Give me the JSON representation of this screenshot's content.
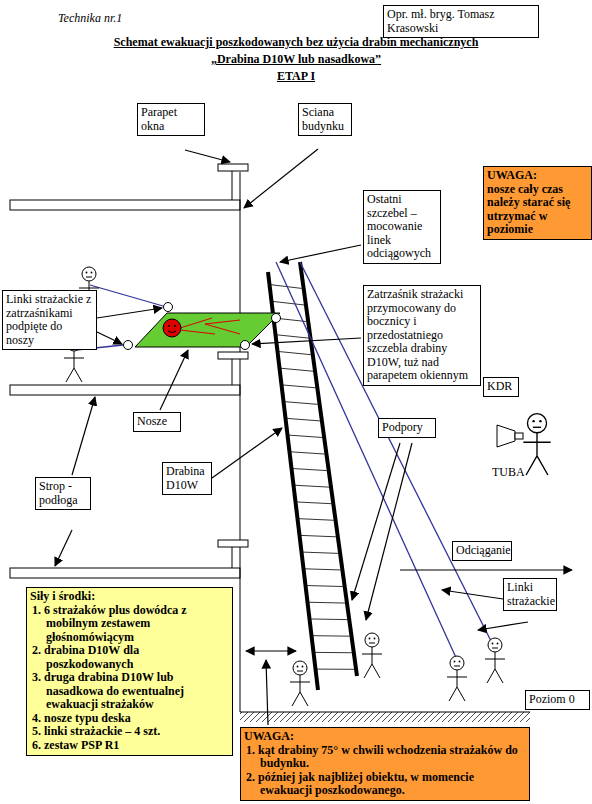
{
  "diagram": {
    "title": "Schemat ewakuacji poszkodowanych bez użycia drabin mechanicznych",
    "nodes": [
      {
        "text": [
          "Opr. mł. bryg. Tomasz Krasowski"
        ]
      },
      {
        "text": [
          "Parapet okna"
        ]
      },
      {
        "text": [
          "Sciana budynku"
        ]
      },
      {
        "text": [
          "UWAGA:",
          "nosze cały czas należy starać się utrzymać w poziomie"
        ]
      },
      {
        "text": [
          "Ostatni szczebel – mocowanie linek odciągowych"
        ]
      },
      {
        "text": [
          "Zatrzaśnik strażacki przymocowany do bocznicy i przedostatniego szczebla drabiny D10W, tuż nad parapetem okiennym"
        ]
      },
      {
        "text": [
          "Linki strażackie z zatrzaśnikami podpięte do noszy"
        ]
      },
      {
        "text": [
          "KDR"
        ]
      },
      {
        "text": [
          "Nosze"
        ]
      },
      {
        "text": [
          "Podpory"
        ]
      },
      {
        "text": [
          "Drabina D10W"
        ]
      },
      {
        "text": [
          "Strop - podłoga"
        ]
      },
      {
        "text": [
          "Odciąganie"
        ]
      },
      {
        "text": [
          "Linki strażackie"
        ]
      },
      {
        "text": [
          "Siły i środki:",
          "1. 6 strażaków plus dowódca z mobilnym zestawem głośnomówiącym",
          "2. drabina D10W dla poszkodowanych",
          "3. druga drabina D10W lub nasadkowa do ewentualnej ewakuacji strażaków",
          "4. nosze typu deska",
          "5. linki strażackie – 4 szt.",
          "6. zestaw PSP R1"
        ]
      },
      {
        "text": [
          "Poziom 0"
        ]
      },
      {
        "text": [
          "UWAGA:",
          "1. kąt drabiny 75° w chwili wchodzenia strażaków do budynku.",
          "2. później jak najbliżej obiektu, w momencie ewakuacji poszkodowanego."
        ]
      }
    ],
    "labels": [
      "Technika nr.1",
      "„Drabina D10W lub nasadkowa”",
      "ETAP I",
      "TUBA"
    ]
  }
}
